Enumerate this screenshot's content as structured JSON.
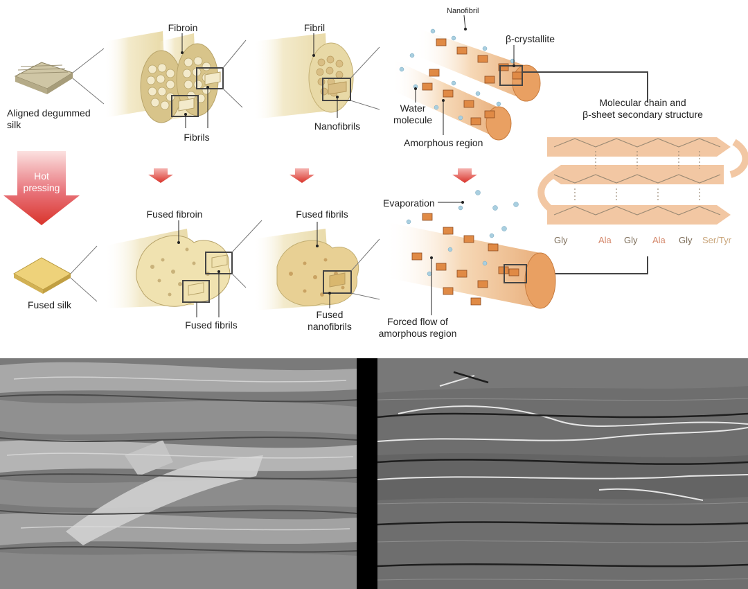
{
  "labels": {
    "aligned_silk": "Aligned degummed\nsilk",
    "fibroin": "Fibroin",
    "fibrils_top": "Fibrils",
    "fibril": "Fibril",
    "nanofibrils_top": "Nanofibrils",
    "nanofibril": "Nanofibril",
    "beta_crystallite": "β-crystallite",
    "water_molecule": "Water\nmolecule",
    "amorphous_region": "Amorphous region",
    "molecular_chain": "Molecular chain and\nβ-sheet secondary structure",
    "hot_pressing": "Hot\npressing",
    "fused_silk": "Fused silk",
    "fused_fibroin": "Fused fibroin",
    "fused_fibrils_bottom": "Fused fibrils",
    "fused_fibrils_top": "Fused fibrils",
    "fused_nanofibrils": "Fused\nnanofibrils",
    "evaporation": "Evaporation",
    "forced_flow": "Forced flow of\namorphous region"
  },
  "amino_acids": [
    {
      "name": "Gly",
      "color": "#7a6a55"
    },
    {
      "name": "Ala",
      "color": "#d4876a"
    },
    {
      "name": "Gly",
      "color": "#7a6a55"
    },
    {
      "name": "Ala",
      "color": "#d4876a"
    },
    {
      "name": "Gly",
      "color": "#7a6a55"
    },
    {
      "name": "Ser/Tyr",
      "color": "#c9a57a"
    }
  ],
  "colors": {
    "fiber": "#efe3b5",
    "fiber_dark": "#d8c48a",
    "chain_band": "#f2c7a3",
    "arrow_red": "#d9342b",
    "crystallite": "#e08a45",
    "water": "#a9cfe0"
  }
}
